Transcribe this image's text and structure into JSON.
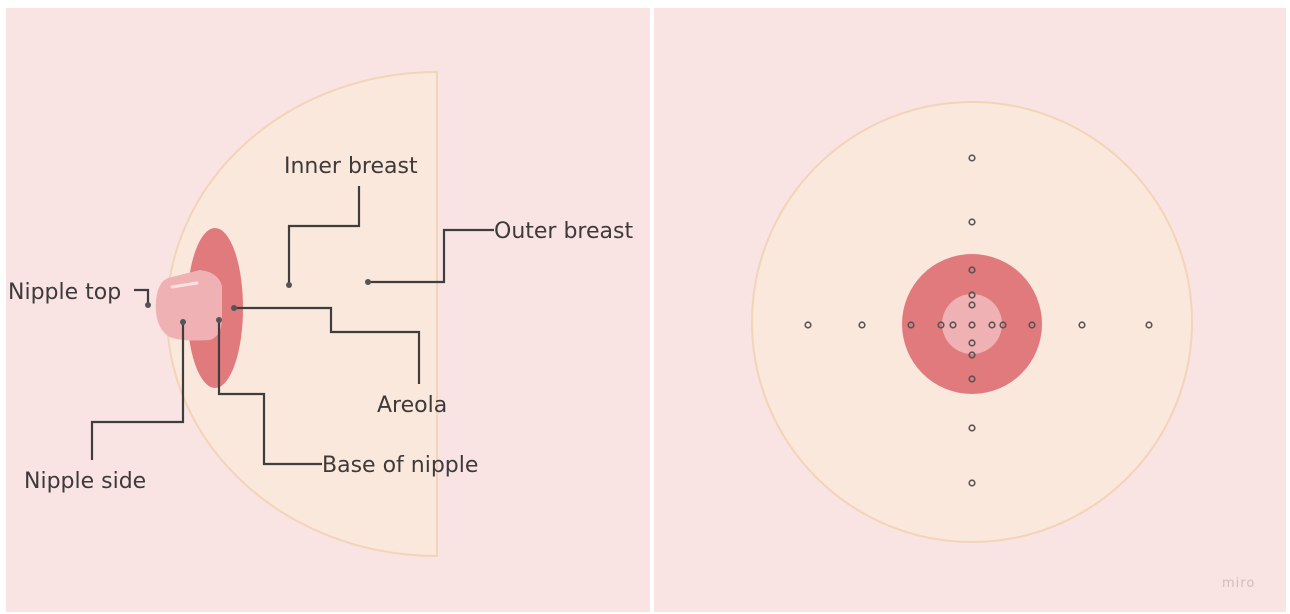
{
  "colors": {
    "background_frame": "#ffffff",
    "panel": "#f9e3e3",
    "breast_fill": "#fbe8dc",
    "breast_outline": "#f2d4b8",
    "areola": "#e07a7c",
    "nipple": "#efb1b3",
    "nipple_highlight": "#fbe0e0",
    "line": "#3e3e3e",
    "text": "#3d3a3a"
  },
  "side_view": {
    "labels": {
      "inner_breast": "Inner breast",
      "outer_breast": "Outer breast",
      "nipple_top": "Nipple top",
      "areola": "Areola",
      "nipple_side": "Nipple side",
      "base_of_nipple": "Base of nipple"
    }
  },
  "front_view": {
    "points": "sample point markers"
  },
  "watermark": "miro"
}
